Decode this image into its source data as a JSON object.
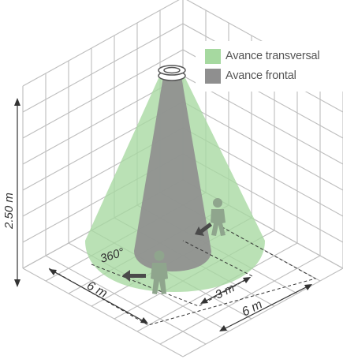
{
  "legend": {
    "items": [
      {
        "label": "Avance transversal",
        "color": "#a6d9a0"
      },
      {
        "label": "Avance frontal",
        "color": "#8f8f8f"
      }
    ]
  },
  "annotations": {
    "height": "2.50 m",
    "angle": "360°",
    "dim_left": "6 m",
    "dim_inner": "3 m",
    "dim_right": "6 m"
  },
  "icons": {
    "sensor": "ceiling-sensor-icon",
    "person_front": "walking-person-icon",
    "person_side": "walking-person-icon",
    "arrow_front": "direction-arrow-icon",
    "arrow_side": "direction-arrow-icon"
  },
  "colors": {
    "grid": "#bdbdbd",
    "cone_transversal": "#a6d9a0",
    "cone_frontal": "#8f8f8f",
    "person": "#8fa58d",
    "arrow": "#4a4a4a"
  }
}
